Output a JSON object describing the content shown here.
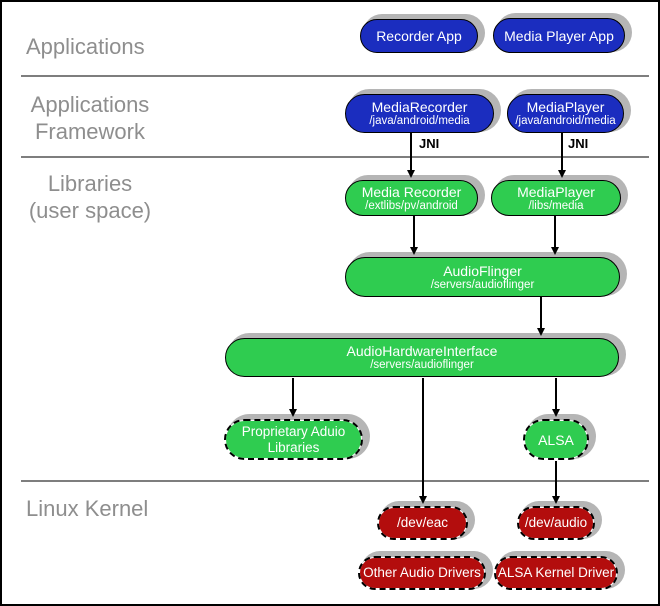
{
  "layers": {
    "applications": "Applications",
    "framework_line1": "Applications",
    "framework_line2": "Framework",
    "libraries_line1": "Libraries",
    "libraries_line2": "(user space)",
    "linux_kernel": "Linux Kernel"
  },
  "edge_labels": {
    "jni_left": "JNI",
    "jni_right": "JNI"
  },
  "nodes": {
    "recorder_app": {
      "title": "Recorder App"
    },
    "media_player_app": {
      "title": "Media Player App"
    },
    "media_recorder_framework": {
      "title": "MediaRecorder",
      "subtitle": "/java/android/media"
    },
    "media_player_framework": {
      "title": "MediaPlayer",
      "subtitle": "/java/android/media"
    },
    "media_recorder_lib": {
      "title": "Media Recorder",
      "subtitle": "/extlibs/pv/android"
    },
    "media_player_lib": {
      "title": "MediaPlayer",
      "subtitle": "/libs/media"
    },
    "audio_flinger": {
      "title": "AudioFlinger",
      "subtitle": "/servers/audioflinger"
    },
    "audio_hardware_interface": {
      "title": "AudioHardwareInterface",
      "subtitle": "/servers/audioflinger"
    },
    "proprietary_audio_libraries": {
      "title": "Proprietary Aduio Libraries"
    },
    "alsa": {
      "title": "ALSA"
    },
    "dev_eac": {
      "title": "/dev/eac"
    },
    "dev_audio": {
      "title": "/dev/audio"
    },
    "other_audio_drivers": {
      "title": "Other Audio Drivers"
    },
    "alsa_kernel_driver": {
      "title": "ALSA Kernel Driver"
    }
  },
  "colors": {
    "application_blue": "#1b2dbf",
    "library_green": "#2fcc50",
    "kernel_red": "#b30d0d",
    "shadow_gray": "#b5b5b5",
    "divider_gray": "#7e7e7e",
    "layer_label_gray": "#8e8e8e"
  }
}
